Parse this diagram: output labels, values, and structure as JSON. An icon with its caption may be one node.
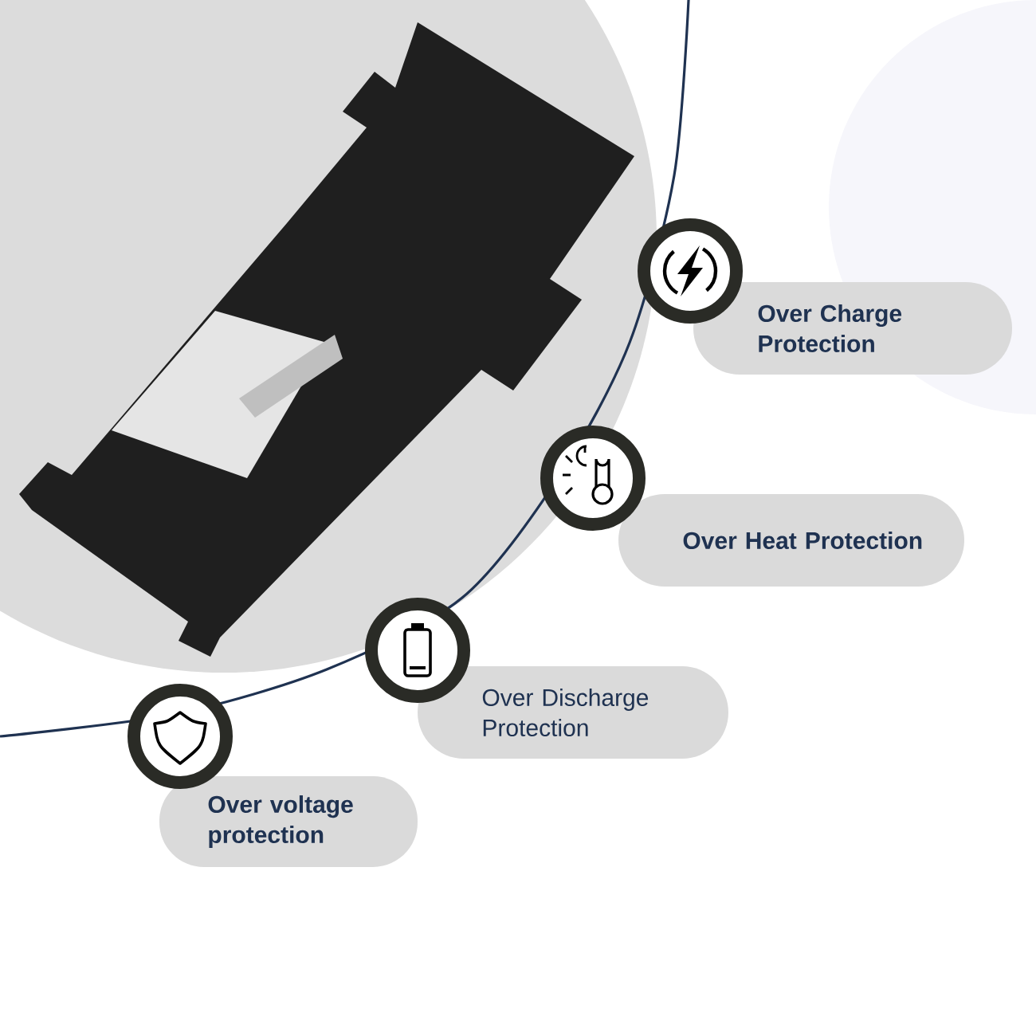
{
  "diagram": {
    "nodes": [
      {
        "text": [
          "Over Charge Protection"
        ]
      },
      {
        "text": [
          "Over Heat Protection"
        ]
      },
      {
        "text": [
          "Over Discharge Protection"
        ]
      },
      {
        "text": [
          "Over voltage protection"
        ]
      }
    ]
  }
}
